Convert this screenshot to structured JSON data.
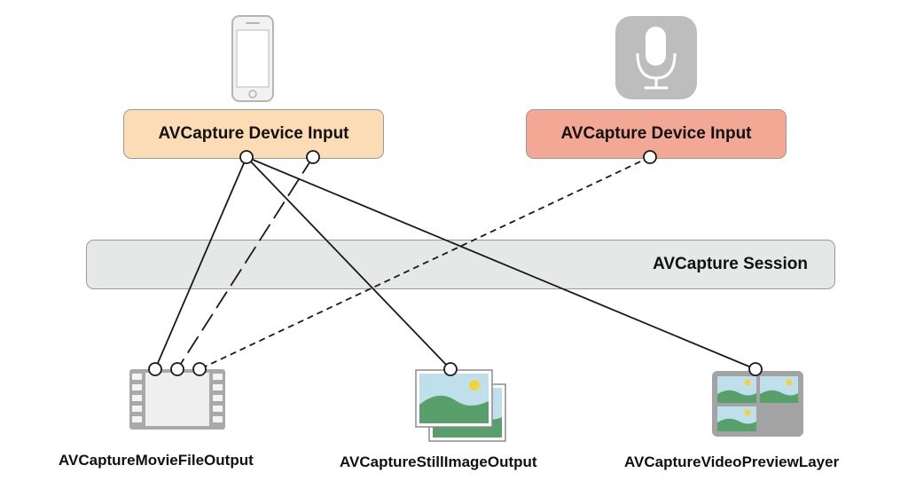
{
  "colors": {
    "video_input_fill": "#fcdcb4",
    "audio_input_fill": "#f3a795",
    "session_fill": "#e6e8e7",
    "connector": "#1a1a1a",
    "icon_gray": "#bdbdbd",
    "image_sky": "#bfe0ea",
    "image_hill": "#57a06c",
    "image_sun": "#f2d33d"
  },
  "icons": {
    "video_device": "iphone-icon",
    "audio_device": "microphone-icon",
    "movie_output": "film-strip-icon",
    "still_output": "photo-stack-icon",
    "preview_output": "preview-grid-icon"
  },
  "inputs": {
    "video_label": "AVCapture Device Input",
    "audio_label": "AVCapture Device Input"
  },
  "session": {
    "label": "AVCapture Session"
  },
  "outputs": {
    "movie_label": "AVCaptureMovieFileOutput",
    "still_label": "AVCaptureStillImageOutput",
    "preview_label": "AVCaptureVideoPreviewLayer"
  },
  "connections": [
    {
      "from": "video-input-port-main",
      "to": "movie-port-1",
      "style": "solid"
    },
    {
      "from": "video-input-port-main",
      "to": "still-port",
      "style": "solid"
    },
    {
      "from": "video-input-port-main",
      "to": "preview-port",
      "style": "solid"
    },
    {
      "from": "video-input-port-secondary",
      "to": "movie-port-2",
      "style": "long-dash"
    },
    {
      "from": "audio-input-port",
      "to": "movie-port-3",
      "style": "short-dash"
    }
  ]
}
